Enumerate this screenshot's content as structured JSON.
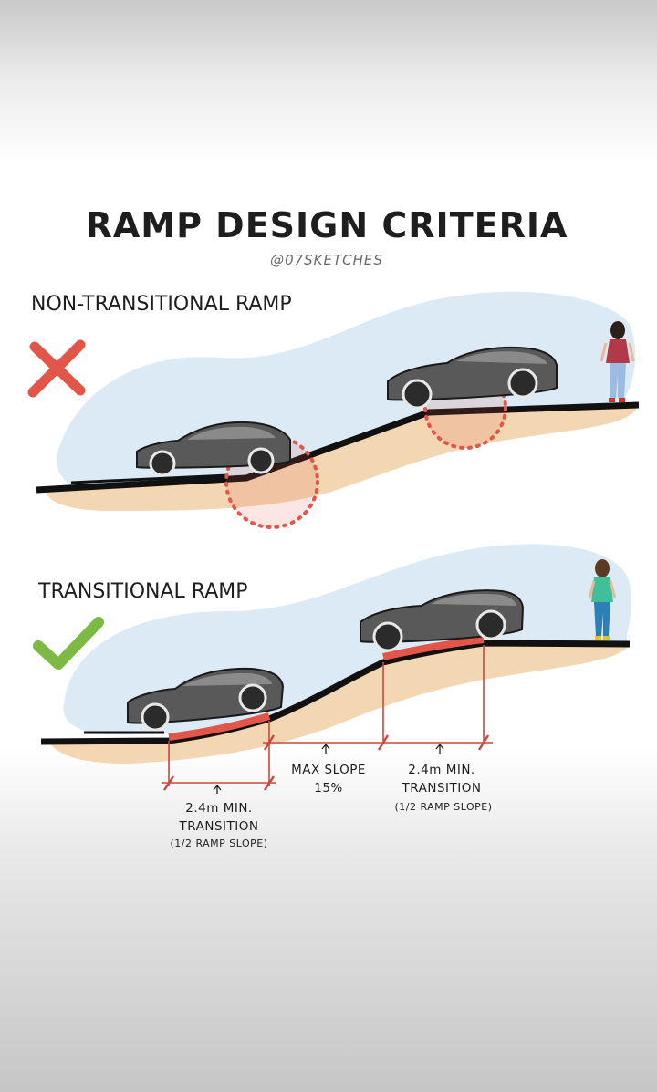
{
  "title": "RAMP DESIGN CRITERIA",
  "handle": "@07SKETCHES",
  "non_transitional": {
    "label": "NON-TRANSITIONAL RAMP",
    "status_icon": "cross-icon",
    "status_color": "#e2564a"
  },
  "transitional": {
    "label": "TRANSITIONAL RAMP",
    "status_icon": "check-icon",
    "status_color": "#7cba43",
    "annotations": {
      "bottom_transition": {
        "line1": "2.4m MIN.",
        "line2": "TRANSITION",
        "line3": "(1/2 RAMP SLOPE)"
      },
      "max_slope": {
        "line1": "MAX SLOPE",
        "line2": "15%"
      },
      "top_transition": {
        "line1": "2.4m MIN.",
        "line2": "TRANSITION",
        "line3": "(1/2 RAMP SLOPE)"
      }
    }
  },
  "colors": {
    "sky": "#dbeaf5",
    "ground": "#f3d6b2",
    "road": "#111111",
    "car": "#595959",
    "highlight": "#e2564a"
  }
}
